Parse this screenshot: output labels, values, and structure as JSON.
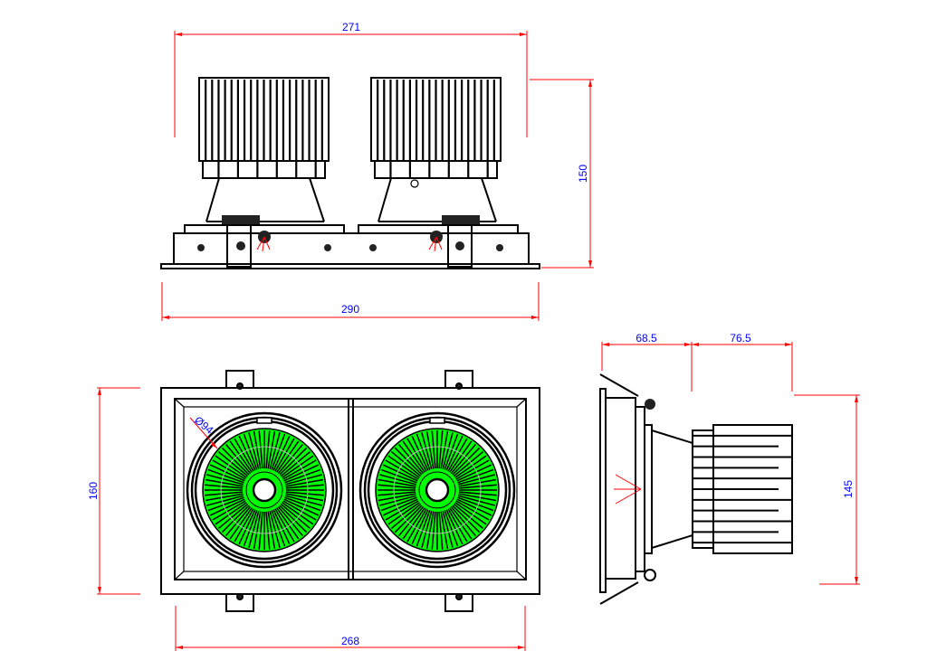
{
  "drawing": {
    "dimensions": {
      "top_width": "271",
      "top_height": "150",
      "base_width": "290",
      "front_height": "160",
      "front_inner_width": "268",
      "lens_diameter": "Ø94",
      "side_flange_depth": "68.5",
      "side_heatsink_depth": "76.5",
      "side_height": "145"
    },
    "colors": {
      "dimension_line": "#ff0000",
      "dimension_text": "#0000ff",
      "lens": "#00ff00",
      "outline": "#000000"
    }
  }
}
